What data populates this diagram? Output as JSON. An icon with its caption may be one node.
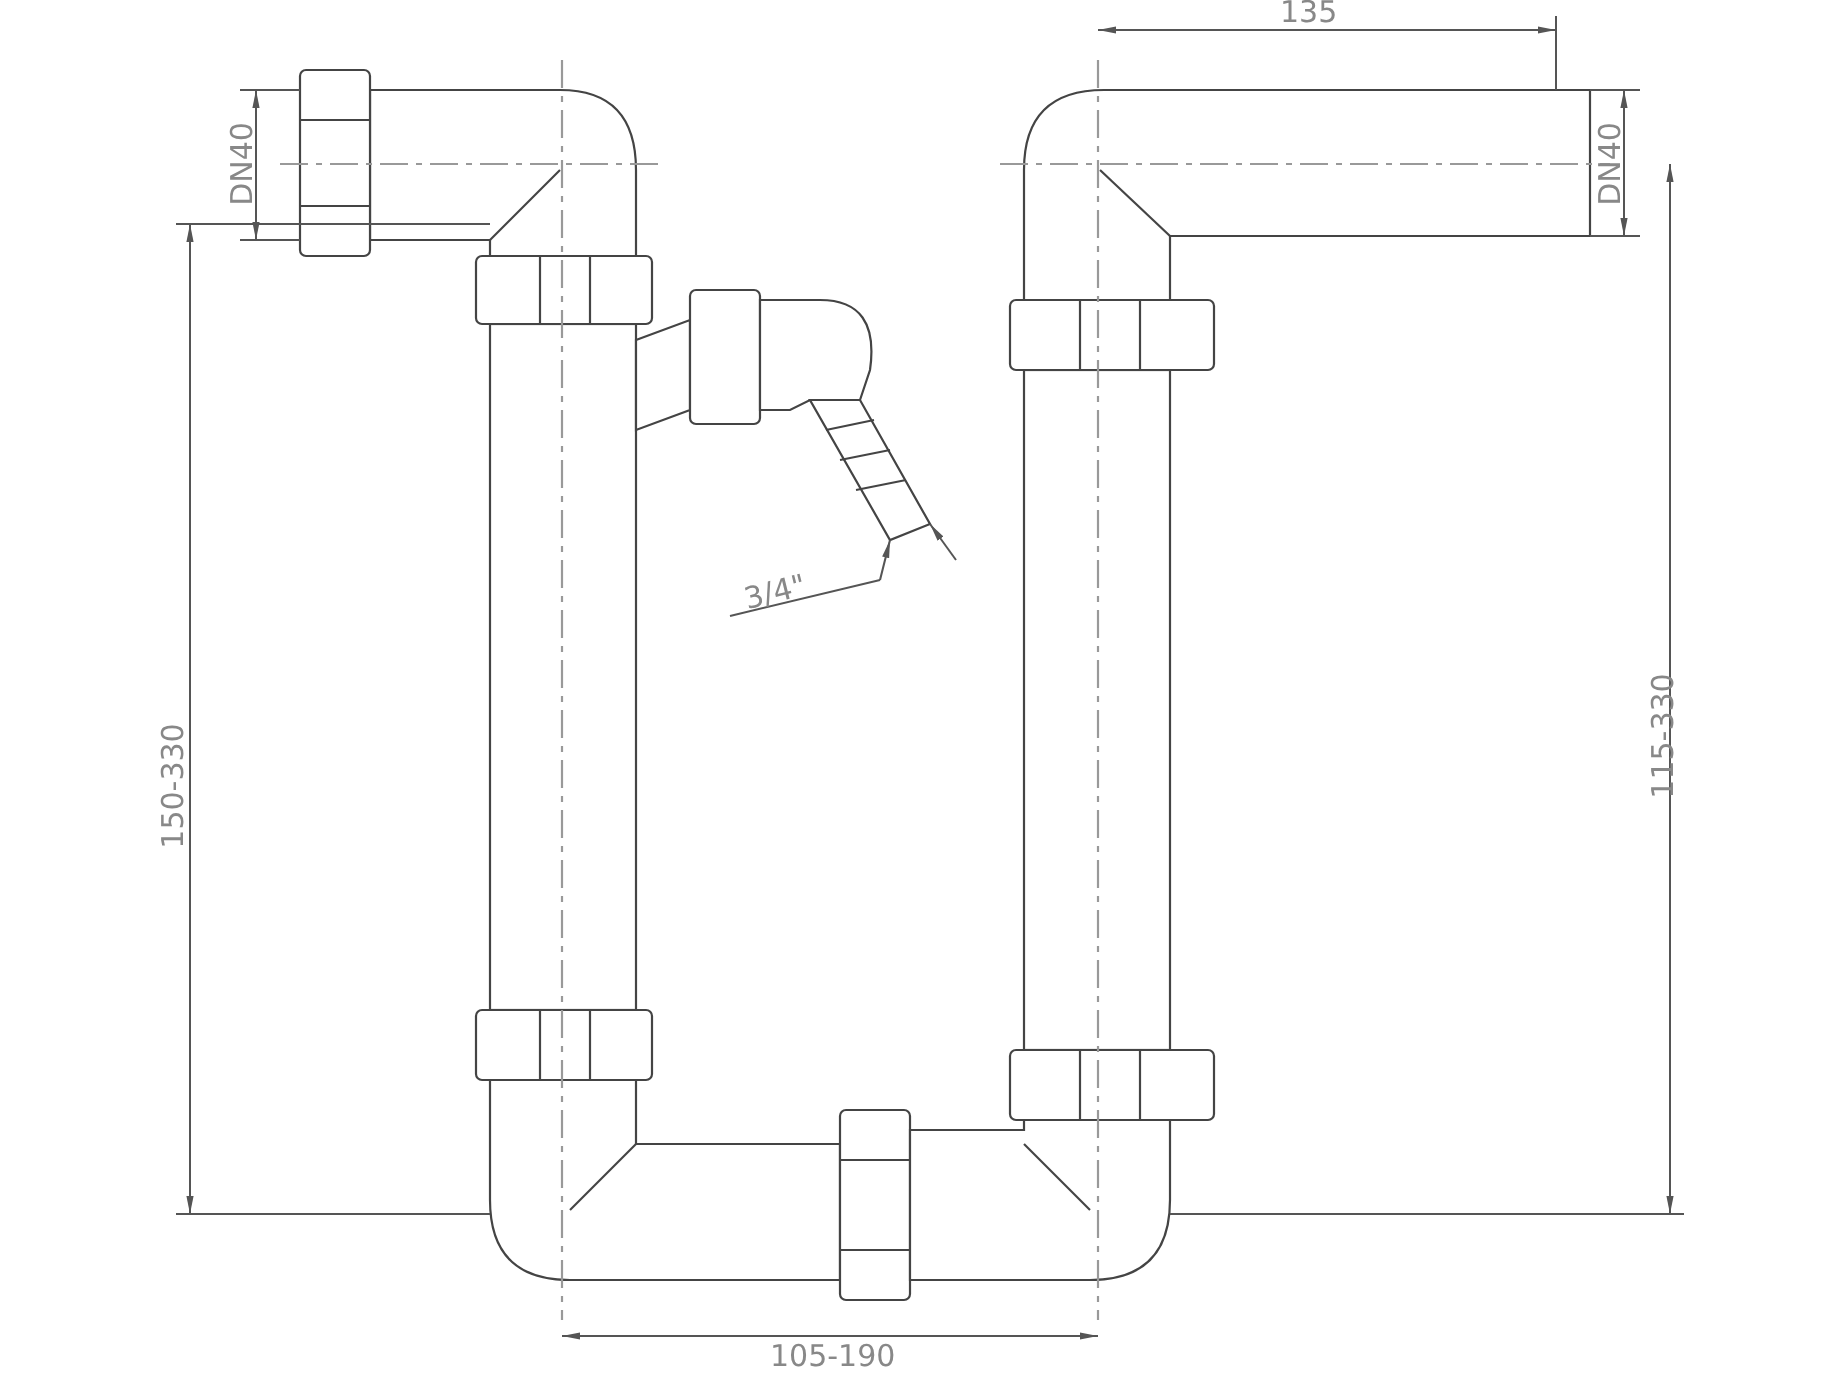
{
  "diagram": {
    "labels": [
      "135",
      "DN40",
      "DN40",
      "3/4\"",
      "150-330",
      "115-330",
      "105-190"
    ]
  }
}
